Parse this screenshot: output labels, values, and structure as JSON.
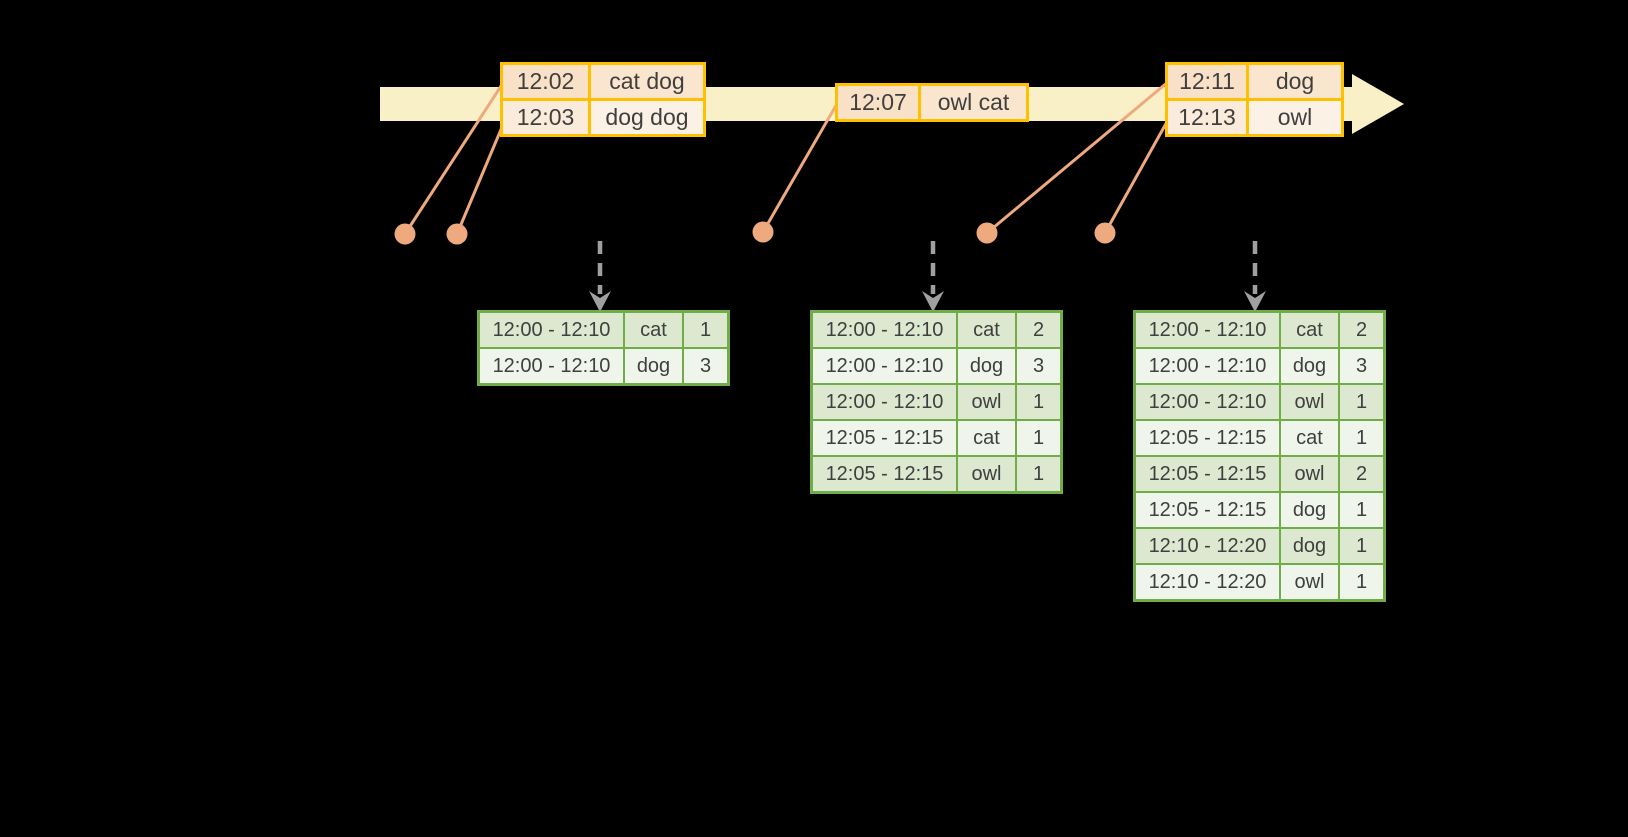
{
  "colors": {
    "background": "#000000",
    "timeline_fill": "#FAF0C8",
    "event_border": "#FFC000",
    "event_row1_time": "#F9E1C8",
    "event_row1_word": "#FAE5CF",
    "event_row2_time": "#FBEBDA",
    "event_row2_word": "#FCF1E5",
    "dot": "#EFA97E",
    "connector": "#EFA97E",
    "trigger_arrow": "#A0A0A0",
    "result_border": "#70AD47",
    "result_row_odd": "#DCE8D0",
    "result_row_even": "#F0F5EB",
    "text": "#3F3F3F"
  },
  "event_tables": [
    {
      "rows": [
        {
          "time": "12:02",
          "words": "cat dog"
        },
        {
          "time": "12:03",
          "words": "dog dog"
        }
      ]
    },
    {
      "rows": [
        {
          "time": "12:07",
          "words": "owl cat"
        }
      ]
    },
    {
      "rows": [
        {
          "time": "12:11",
          "words": "dog"
        },
        {
          "time": "12:13",
          "words": "owl"
        }
      ]
    }
  ],
  "result_tables": [
    {
      "rows": [
        {
          "window": "12:00 - 12:10",
          "word": "cat",
          "count": 1
        },
        {
          "window": "12:00 - 12:10",
          "word": "dog",
          "count": 3
        }
      ]
    },
    {
      "rows": [
        {
          "window": "12:00 - 12:10",
          "word": "cat",
          "count": 2
        },
        {
          "window": "12:00 - 12:10",
          "word": "dog",
          "count": 3
        },
        {
          "window": "12:00 - 12:10",
          "word": "owl",
          "count": 1
        },
        {
          "window": "12:05 - 12:15",
          "word": "cat",
          "count": 1
        },
        {
          "window": "12:05 - 12:15",
          "word": "owl",
          "count": 1
        }
      ]
    },
    {
      "rows": [
        {
          "window": "12:00 - 12:10",
          "word": "cat",
          "count": 2
        },
        {
          "window": "12:00 - 12:10",
          "word": "dog",
          "count": 3
        },
        {
          "window": "12:00 - 12:10",
          "word": "owl",
          "count": 1
        },
        {
          "window": "12:05 - 12:15",
          "word": "cat",
          "count": 1
        },
        {
          "window": "12:05 - 12:15",
          "word": "owl",
          "count": 2
        },
        {
          "window": "12:05 - 12:15",
          "word": "dog",
          "count": 1
        },
        {
          "window": "12:10 - 12:20",
          "word": "dog",
          "count": 1
        },
        {
          "window": "12:10 - 12:20",
          "word": "owl",
          "count": 1
        }
      ]
    }
  ]
}
